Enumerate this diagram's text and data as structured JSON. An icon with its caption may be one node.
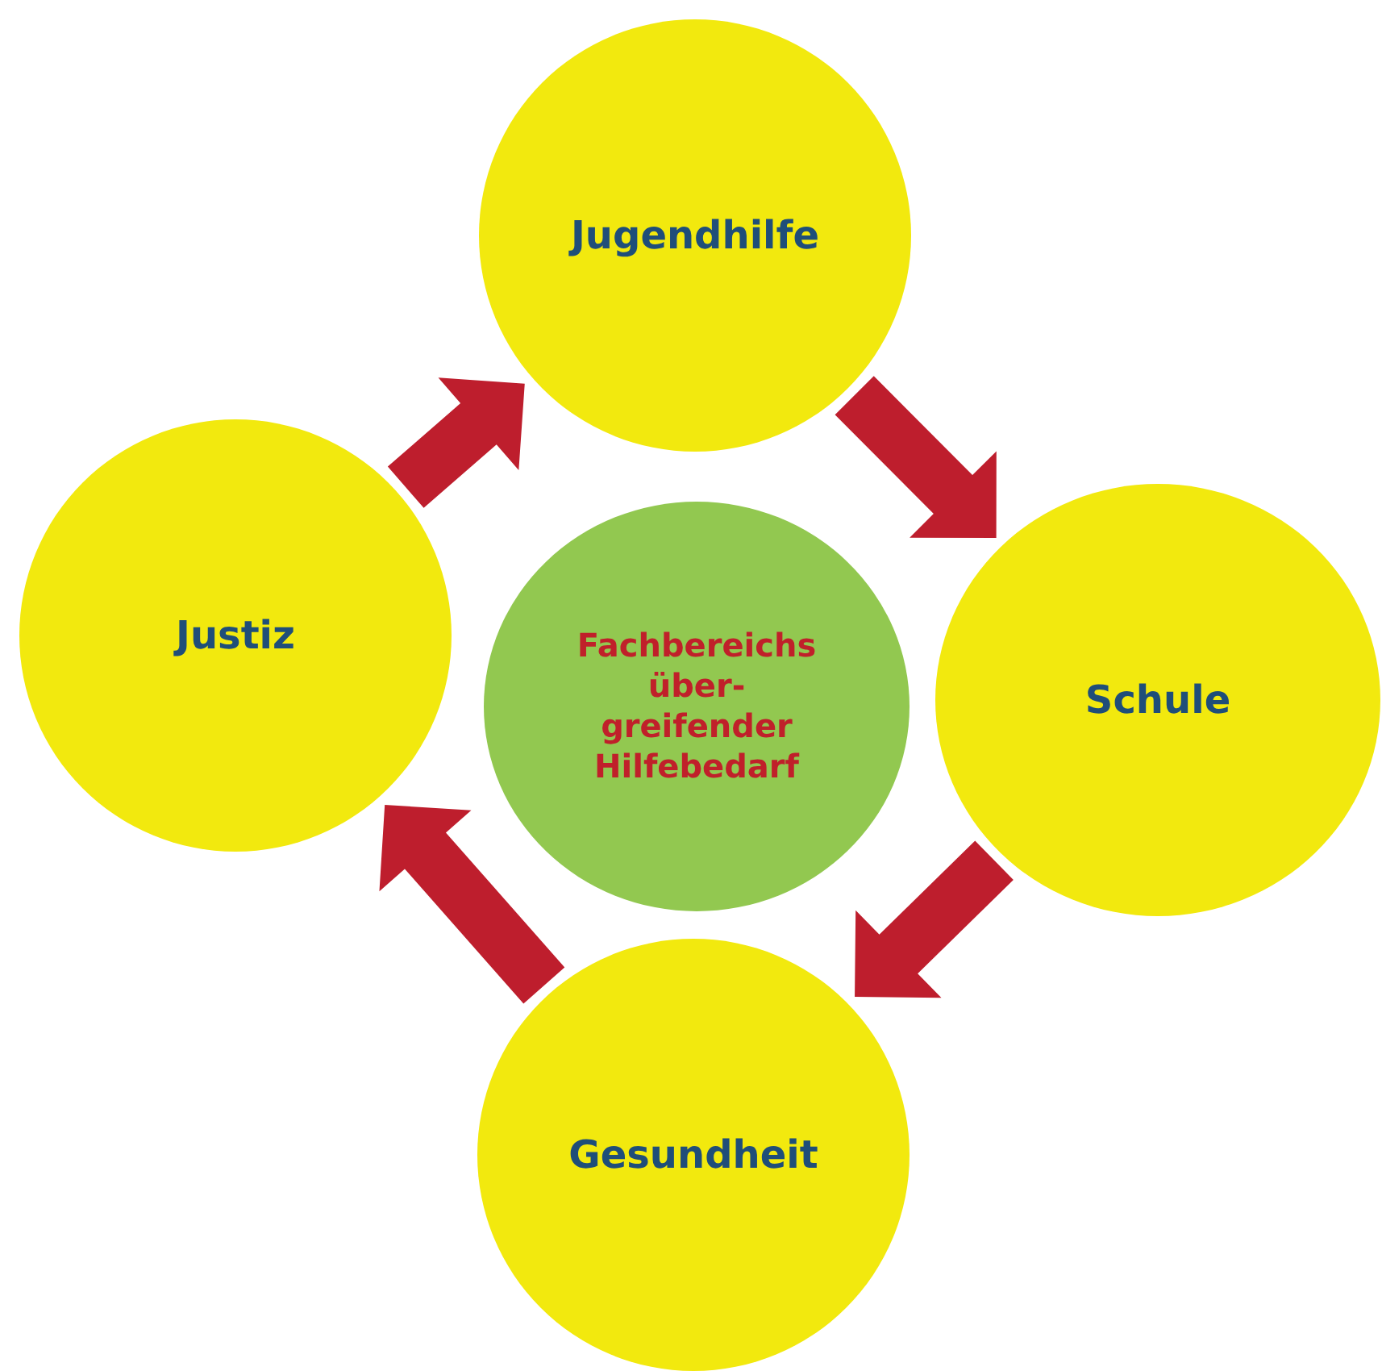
{
  "diagram": {
    "nodes": [
      {
        "text": [
          "Jugendhilfe"
        ]
      },
      {
        "text": [
          "Justiz"
        ]
      },
      {
        "text": [
          "Fachbereichs über- greifender Hilfebedarf"
        ]
      },
      {
        "text": [
          "Schule"
        ]
      },
      {
        "text": [
          "Gesundheit"
        ]
      }
    ],
    "edges": [
      {
        "from": 1,
        "to": 0,
        "arrow": "to"
      },
      {
        "from": 0,
        "to": 3,
        "arrow": "to"
      },
      {
        "from": 3,
        "to": 4,
        "arrow": "to"
      },
      {
        "from": 4,
        "to": 1,
        "arrow": "to"
      }
    ]
  }
}
